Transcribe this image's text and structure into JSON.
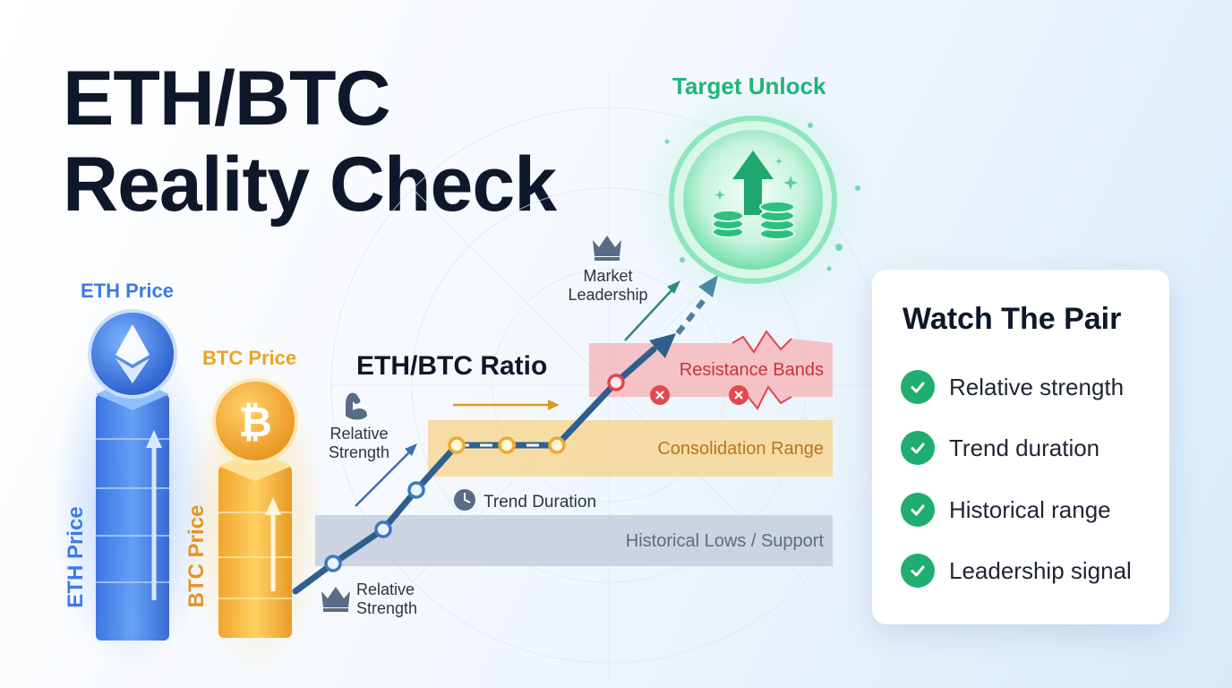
{
  "title": {
    "line1": "ETH/BTC",
    "line2": "Reality Check"
  },
  "eth": {
    "price_label": "ETH Price",
    "vertical_label": "ETH Price",
    "color": "#3b7be8"
  },
  "btc": {
    "price_label": "BTC Price",
    "vertical_label": "BTC Price",
    "color": "#f0a225"
  },
  "ratio_label": "ETH/BTC Ratio",
  "annotations": {
    "relative_strength_upper": [
      "Relative",
      "Strength"
    ],
    "relative_strength_lower": [
      "Relative",
      "Strength"
    ],
    "market_leadership": [
      "Market",
      "Leadership"
    ],
    "trend_duration": "Trend Duration",
    "target_unlock": "Target Unlock"
  },
  "bands": {
    "support": {
      "label": "Historical Lows / Support",
      "color": "#c5cede"
    },
    "consolidation": {
      "label": "Consolidation Range",
      "color": "#f6d58e"
    },
    "resistance": {
      "label": "Resistance Bands",
      "color": "#f6b9bd"
    }
  },
  "panel": {
    "heading": "Watch The Pair",
    "items": [
      "Relative strength",
      "Trend duration",
      "Historical range",
      "Leadership signal"
    ],
    "check_color": "#1fae6f"
  },
  "colors": {
    "accent_green": "#1fb57a",
    "path_blue": "#2f5f8f"
  }
}
